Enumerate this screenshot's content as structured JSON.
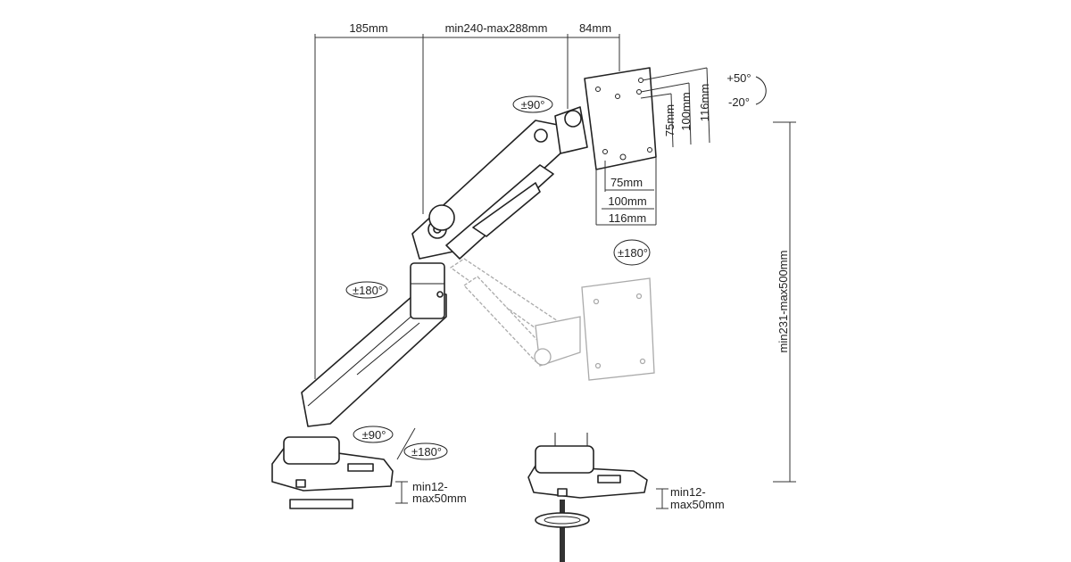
{
  "dimensions": {
    "top": [
      "185mm",
      "min240-max288mm",
      "84mm"
    ],
    "height": "min231-max500mm",
    "clamp_thickness": {
      "line1": "min12-",
      "line2": "max50mm"
    },
    "vesa_vertical": [
      "75mm",
      "100mm",
      "116mm"
    ],
    "vesa_horizontal": [
      "75mm",
      "100mm",
      "116mm"
    ]
  },
  "rotations": {
    "head_swivel": "±90°",
    "tilt_up": "+50°",
    "tilt_down": "-20°",
    "plate_rotation": "±180°",
    "arm_rotation": "±180°",
    "base_swivel_a": "±90°",
    "base_swivel_b": "±180°"
  }
}
